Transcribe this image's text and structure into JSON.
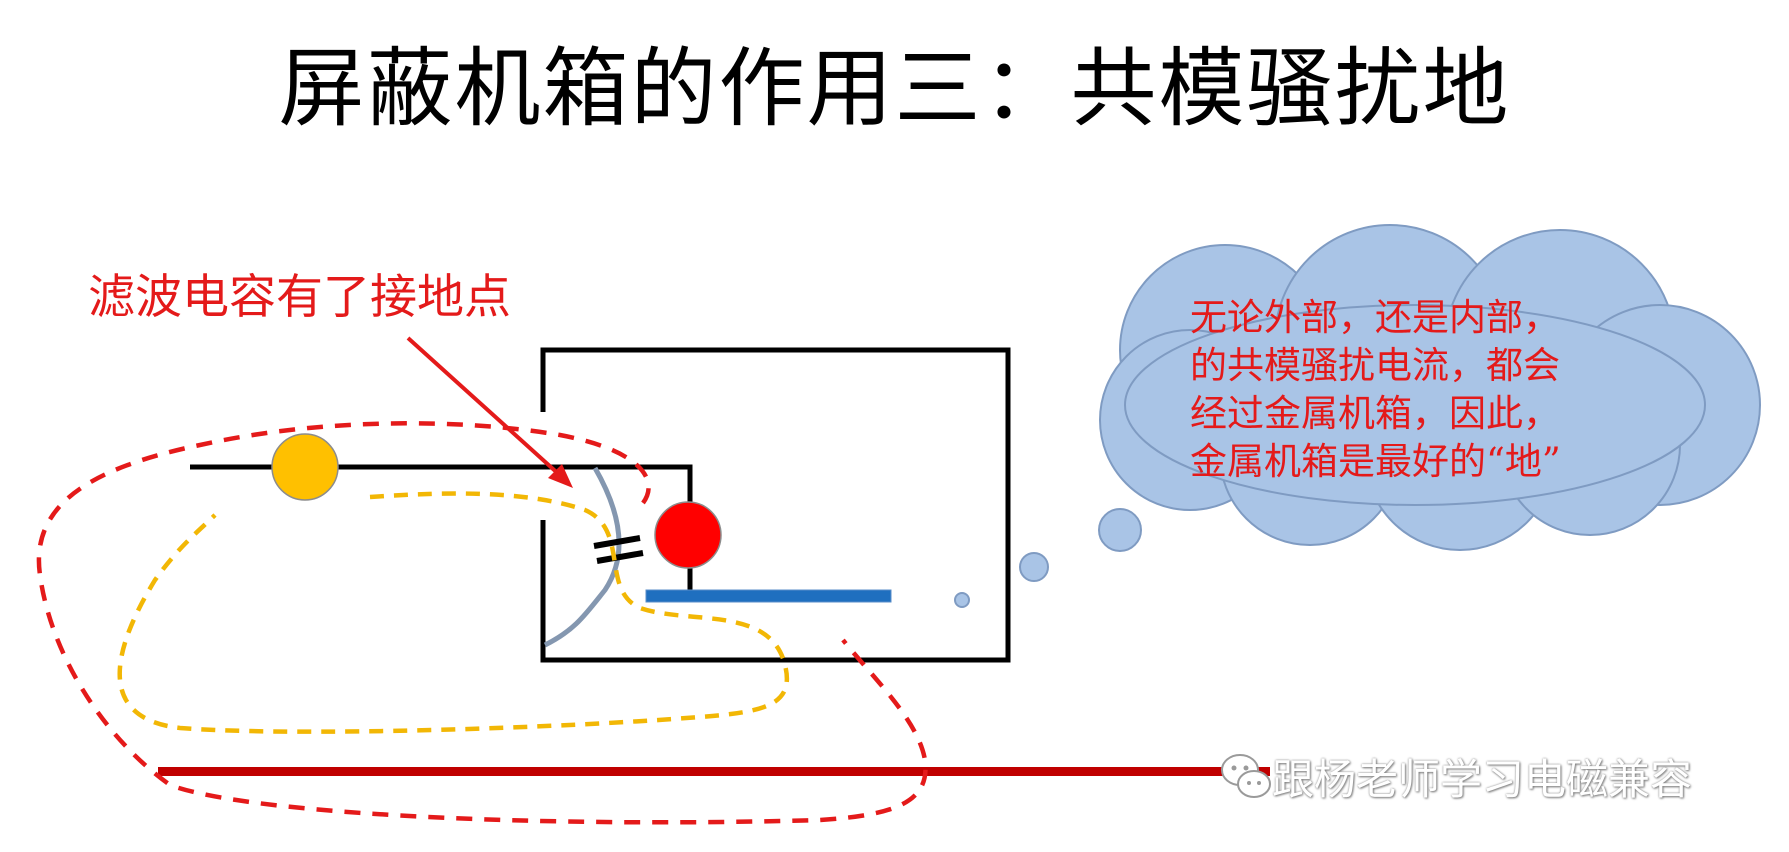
{
  "title": "屏蔽机箱的作用三：共模骚扰地",
  "annotation": "滤波电容有了接地点",
  "cloud": {
    "lines": [
      "无论外部，还是内部，",
      "的共模骚扰电流，都会",
      "经过金属机箱，因此，",
      "金属机箱是最好的“地”"
    ]
  },
  "watermark": "跟杨老师学习电磁兼容",
  "colors": {
    "red": "#e41a1a",
    "yellow_path": "#f2b705",
    "yellow_node": "#ffc000",
    "gray_curve": "#8497b0",
    "cloud_fill": "#a9c4e6",
    "cloud_stroke": "#7f9bc2",
    "pcb_blue": "#1f6fbf",
    "ground_red": "#c00000"
  },
  "icons": [
    "wechat-icon"
  ]
}
